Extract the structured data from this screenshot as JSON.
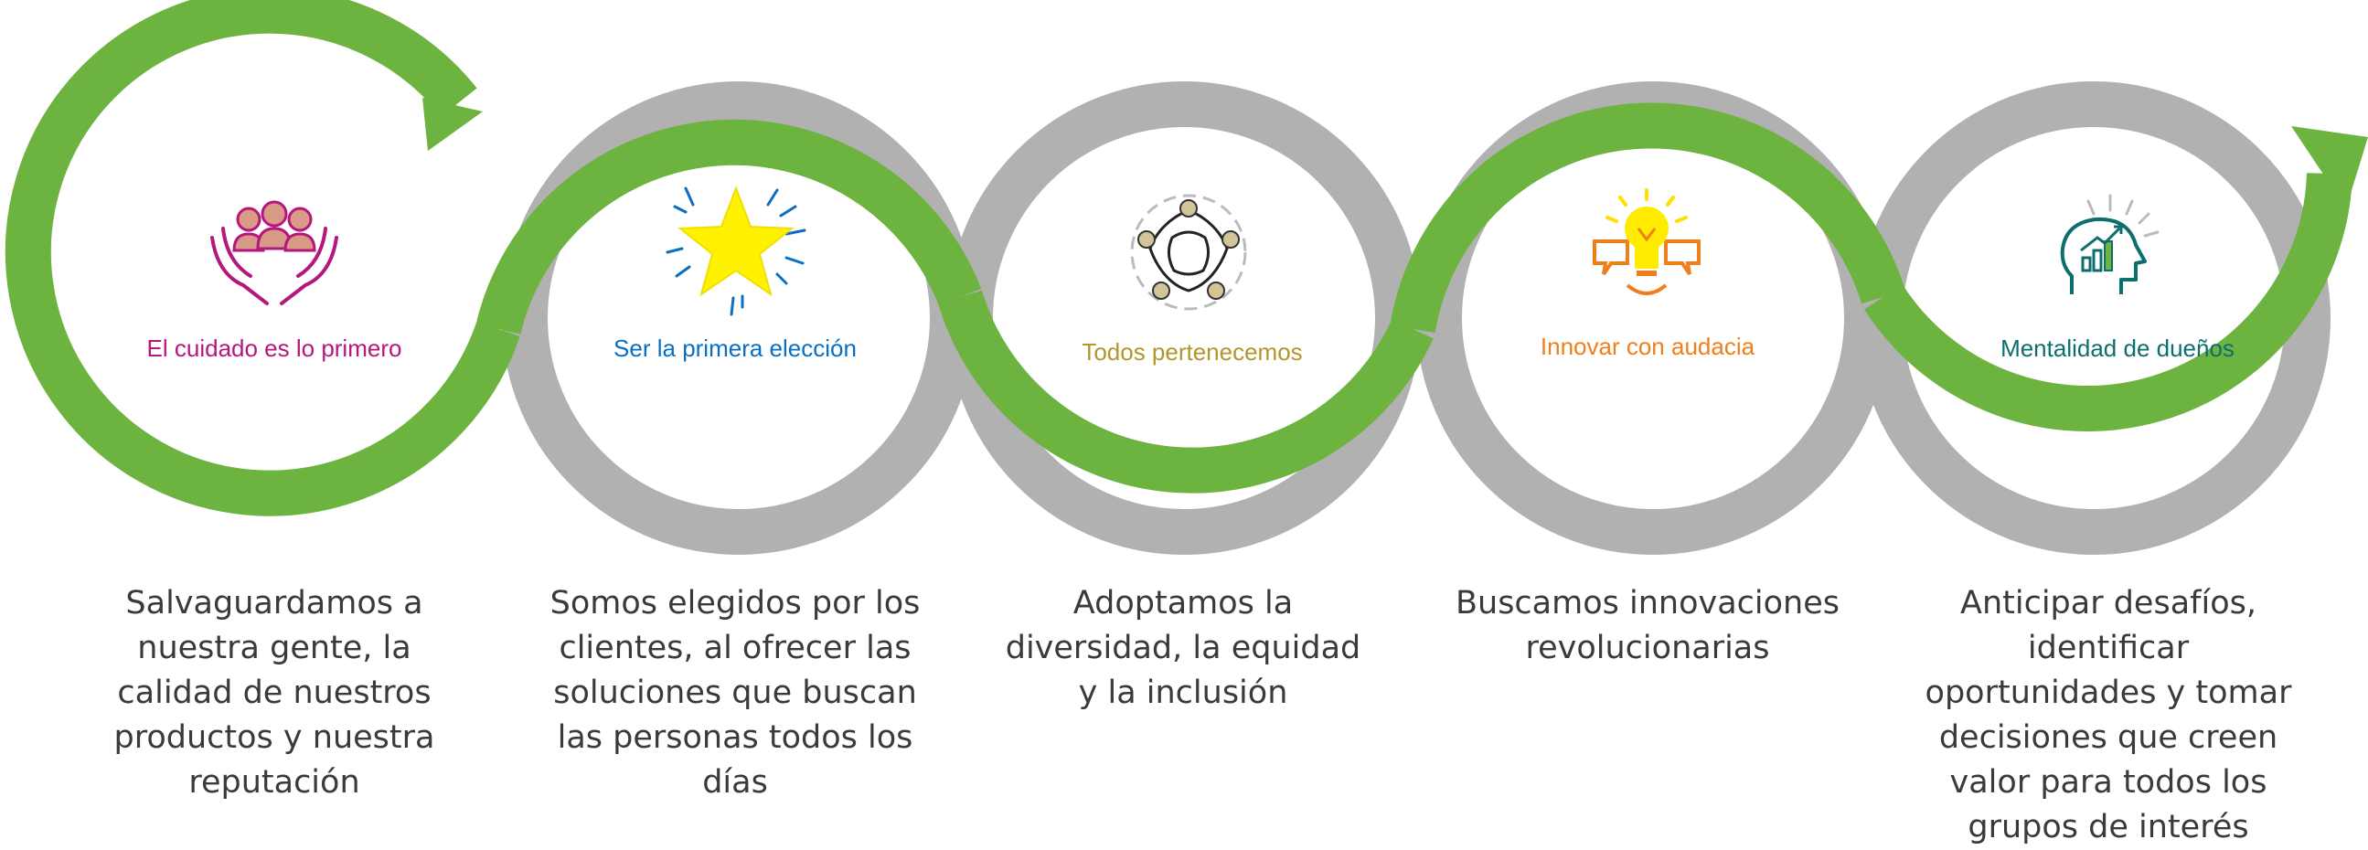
{
  "values": [
    {
      "title": "El cuidado es lo primero",
      "title_color": "#b5177f",
      "description": "Salvaguardamos a nuestra gente, la calidad de nuestros productos y nuestra reputación",
      "icon": "caring-hands-people-icon",
      "ring_color": "#6db33f"
    },
    {
      "title": "Ser la primera elección",
      "title_color": "#0a6fc2",
      "description": "Somos elegidos por los clientes, al ofrecer las soluciones que buscan las personas todos los días",
      "icon": "star-icon",
      "ring_color": "#6db33f"
    },
    {
      "title": "Todos pertenecemos",
      "title_color": "#b3962b",
      "description": "Adoptamos la diversidad, la equidad y la inclusión",
      "icon": "people-circle-icon",
      "ring_color": "#b1b1b1"
    },
    {
      "title": "Innovar con audacia",
      "title_color": "#ef7f1a",
      "description": "Buscamos innovaciones revolucionarias",
      "icon": "lightbulb-speech-bubbles-icon",
      "ring_color": "#6db33f"
    },
    {
      "title": "Mentalidad de dueños",
      "title_color": "#0d6e6e",
      "description": "Anticipar desafíos, identificar oportunidades y tomar decisiones que creen valor para todos los grupos de interés",
      "icon": "head-growth-chart-icon",
      "ring_color": "#b1b1b1"
    }
  ],
  "colors": {
    "green": "#6db33f",
    "gray": "#b1b1b1"
  }
}
